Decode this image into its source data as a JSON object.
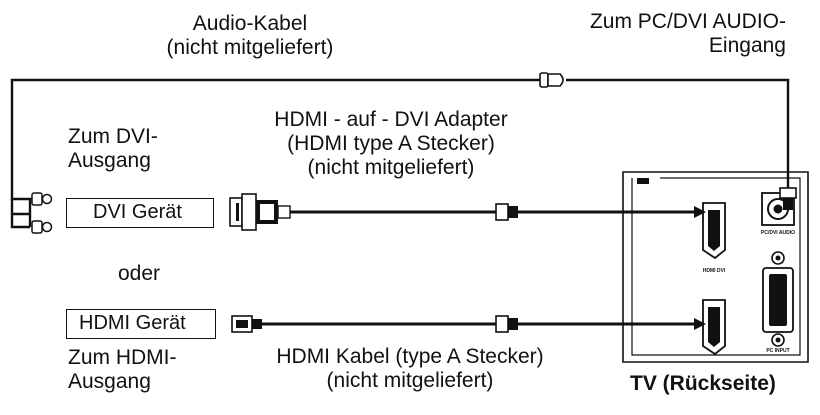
{
  "labels": {
    "audio_cable_line1": "Audio-Kabel",
    "audio_cable_line2": "(nicht mitgeliefert)",
    "pc_dvi_audio_line1": "Zum PC/DVI AUDIO-",
    "pc_dvi_audio_line2": "Eingang",
    "dvi_out_line1": "Zum DVI-",
    "dvi_out_line2": "Ausgang",
    "adapter_line1": "HDMI - auf - DVI Adapter",
    "adapter_line2": "(HDMI type A Stecker)",
    "adapter_line3": "(nicht mitgeliefert)",
    "dvi_device": "DVI Gerät",
    "or": "oder",
    "hdmi_device": "HDMI Gerät",
    "hdmi_out_line1": "Zum HDMI-",
    "hdmi_out_line2": "Ausgang",
    "hdmi_cable_line1": "HDMI Kabel (type A Stecker)",
    "hdmi_cable_line2": "(nicht mitgeliefert)",
    "tv_title": "TV (Rückseite)"
  },
  "tv_panel": {
    "port_pc_dvi_audio": "PC/DVI AUDIO",
    "port_hdmi_dvi": "HDMI DVI",
    "port_pc_input": "PC INPUT"
  }
}
